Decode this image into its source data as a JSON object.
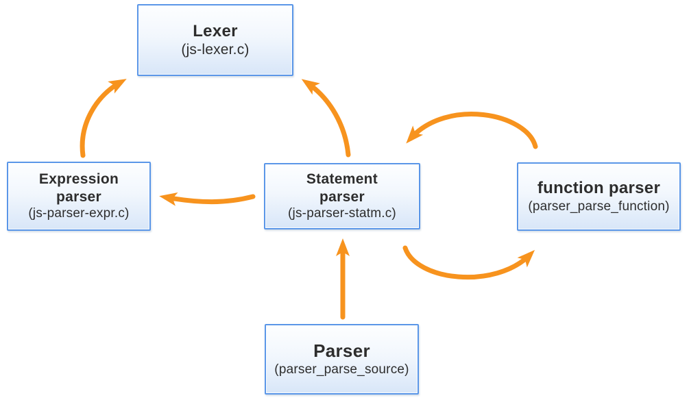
{
  "diagram": {
    "type": "module-dependency-diagram",
    "colors": {
      "arrow": "#F7931E",
      "node_border": "#5A96E8",
      "node_fill_top": "#FDFEFF",
      "node_fill_bottom": "#D8E6F8",
      "text": "#2D2D2D",
      "background": "#FFFFFF"
    },
    "nodes": [
      {
        "id": "lexer",
        "title": "Lexer",
        "subtitle": "(js-lexer.c)"
      },
      {
        "id": "expression-parser",
        "title": "Expression\nparser",
        "subtitle": "(js-parser-expr.c)"
      },
      {
        "id": "statement-parser",
        "title": "Statement\nparser",
        "subtitle": "(js-parser-statm.c)"
      },
      {
        "id": "function-parser",
        "title": "function parser",
        "subtitle": "(parser_parse_function)"
      },
      {
        "id": "parser",
        "title": "Parser",
        "subtitle": "(parser_parse_source)"
      }
    ],
    "edges": [
      {
        "from": "expression-parser",
        "to": "lexer",
        "style": "curved"
      },
      {
        "from": "statement-parser",
        "to": "lexer",
        "style": "curved"
      },
      {
        "from": "statement-parser",
        "to": "expression-parser",
        "style": "curved"
      },
      {
        "from": "function-parser",
        "to": "statement-parser",
        "style": "arc-over"
      },
      {
        "from": "statement-parser",
        "to": "function-parser",
        "style": "arc-under"
      },
      {
        "from": "parser",
        "to": "statement-parser",
        "style": "straight"
      }
    ]
  }
}
